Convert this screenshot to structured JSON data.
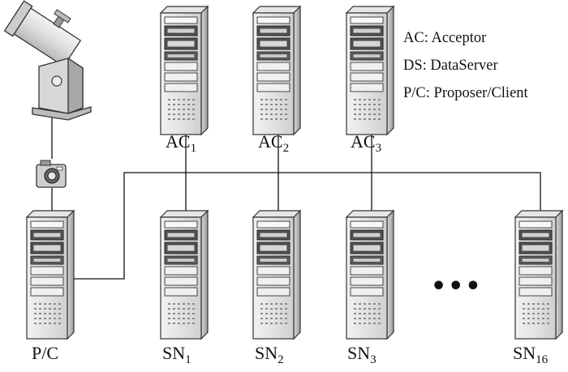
{
  "servers": {
    "top": [
      {
        "id": "ac1",
        "name": "AC",
        "sub": "1"
      },
      {
        "id": "ac2",
        "name": "AC",
        "sub": "2"
      },
      {
        "id": "ac3",
        "name": "AC",
        "sub": "3"
      }
    ],
    "bottom": [
      {
        "id": "pc",
        "name": "P/C",
        "sub": ""
      },
      {
        "id": "sn1",
        "name": "SN",
        "sub": "1"
      },
      {
        "id": "sn2",
        "name": "SN",
        "sub": "2"
      },
      {
        "id": "sn3",
        "name": "SN",
        "sub": "3"
      },
      {
        "id": "sn16",
        "name": "SN",
        "sub": "16"
      }
    ]
  },
  "ellipsis": "•••",
  "legend": [
    {
      "abbr": "AC:",
      "full": "Acceptor"
    },
    {
      "abbr": "DS:",
      "full": "DataServer"
    },
    {
      "abbr": "P/C:",
      "full": "Proposer/Client"
    }
  ],
  "icons": [
    "telescope-icon",
    "camera-icon",
    "server-tower-icon"
  ]
}
